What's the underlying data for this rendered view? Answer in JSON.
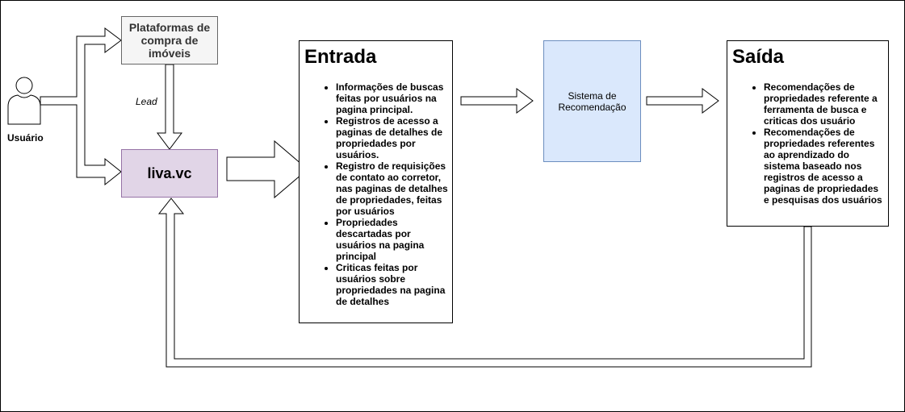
{
  "diagram": {
    "actor": {
      "label": "Usuário",
      "icon": "user-icon"
    },
    "platforms": {
      "label": "Plataformas de compra de imóveis"
    },
    "edge_label": "Lead",
    "liva": {
      "label": "liva.vc"
    },
    "input_box": {
      "title": "Entrada",
      "items": [
        "Informações de buscas feitas por usuários na pagina principal.",
        "Registros de acesso a paginas de detalhes de propriedades por usuários.",
        " Registro de requisições de contato ao corretor, nas paginas de detalhes de propriedades, feitas por usuários",
        "Propriedades descartadas por usuários na pagina principal",
        "Criticas feitas por usuários sobre propriedades na pagina de detalhes"
      ]
    },
    "system": {
      "label": "Sistema de Recomendação"
    },
    "output_box": {
      "title": "Saída",
      "items": [
        "Recomendações de propriedades referente a ferramenta de busca e criticas dos usuário",
        "Recomendações de propriedades referentes ao aprendizado do sistema baseado nos registros de acesso a paginas de propriedades e pesquisas dos usuários"
      ]
    },
    "colors": {
      "platforms_fill": "#f5f5f5",
      "platforms_stroke": "#666666",
      "liva_fill": "#e1d5e7",
      "liva_stroke": "#9673a6",
      "system_fill": "#dae8fc",
      "system_stroke": "#6c8ebf"
    }
  }
}
